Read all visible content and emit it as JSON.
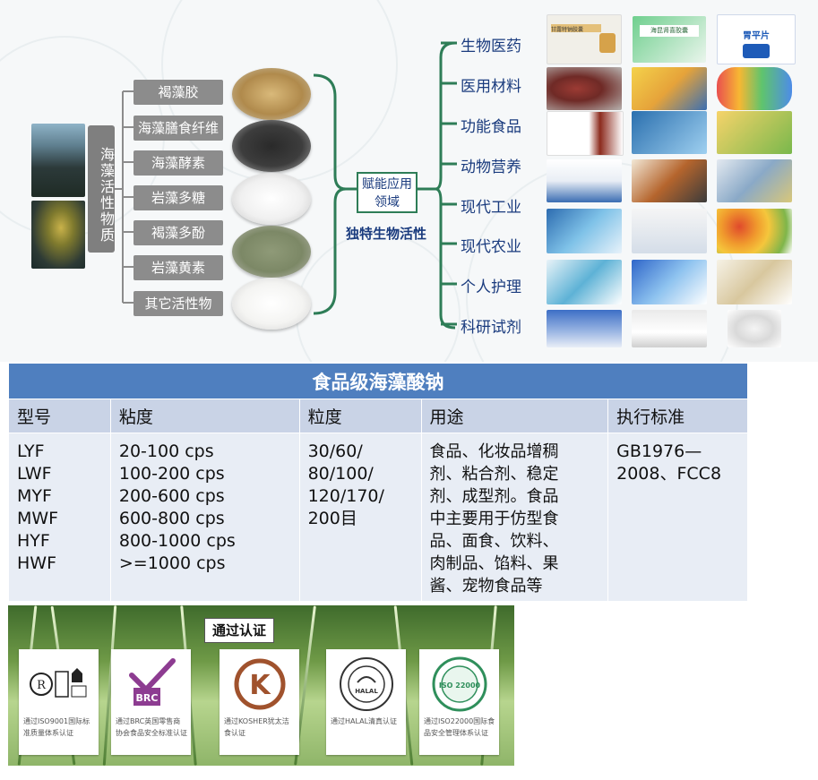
{
  "diagram": {
    "source_label": "海藻活性物质",
    "materials": [
      "褐藻胶",
      "海藻膳食纤维",
      "海藻酵素",
      "岩藻多糖",
      "褐藻多酚",
      "岩藻黄素",
      "其它活性物"
    ],
    "center_label": "赋能应用领域",
    "unique_label": "独特生物活性",
    "applications": [
      "生物医药",
      "医用材料",
      "功能食品",
      "动物营养",
      "现代工业",
      "现代农业",
      "个人护理",
      "科研试剂"
    ],
    "thumbnails": [
      {
        "text": "甘露特钠胶囊"
      },
      {
        "text": "海昆肾喜胶囊"
      },
      {
        "text": "胃平片"
      }
    ],
    "colors": {
      "bracket": "#2e7d57",
      "text_blue": "#1a3b7e",
      "material_box": "#8c8c8c"
    }
  },
  "table": {
    "title": "食品级海藻酸钠",
    "headers": [
      "型号",
      "粘度",
      "粒度",
      "用途",
      "执行标准"
    ],
    "row": {
      "model": "LYF\nLWF\nMYF\nMWF\nHYF\nHWF",
      "viscosity": "20-100 cps\n100-200 cps\n200-600 cps\n600-800 cps\n800-1000 cps\n>=1000 cps",
      "granularity": "30/60/\n80/100/\n120/170/\n200目",
      "usage": "食品、化妆品增稠\n剂、粘合剂、稳定\n剂、成型剂。食品\n中主要用于仿型食\n品、面食、饮料、\n肉制品、馅料、果\n酱、宠物食品等",
      "standard": "GB1976—\n2008、FCC8"
    },
    "colors": {
      "title_bg": "#4f7fbf",
      "header_bg": "#c9d3e6",
      "cell_bg": "#e8edf5"
    }
  },
  "certifications": {
    "title": "通过认证",
    "items": [
      {
        "icon": "iso9001-logo",
        "caption": "通过ISO9001国际标准质量体系认证"
      },
      {
        "icon": "brc-logo",
        "logo_text": "BRC",
        "caption": "通过BRC英国零售商协会食品安全标准认证"
      },
      {
        "icon": "kosher-logo",
        "logo_text": "K",
        "caption": "通过KOSHER犹太洁食认证"
      },
      {
        "icon": "halal-logo",
        "logo_text": "HALAL",
        "caption": "通过HALAL清真认证"
      },
      {
        "icon": "iso22000-logo",
        "logo_text": "ISO 22000",
        "caption": "通过ISO22000国际食品安全管理体系认证"
      }
    ]
  }
}
